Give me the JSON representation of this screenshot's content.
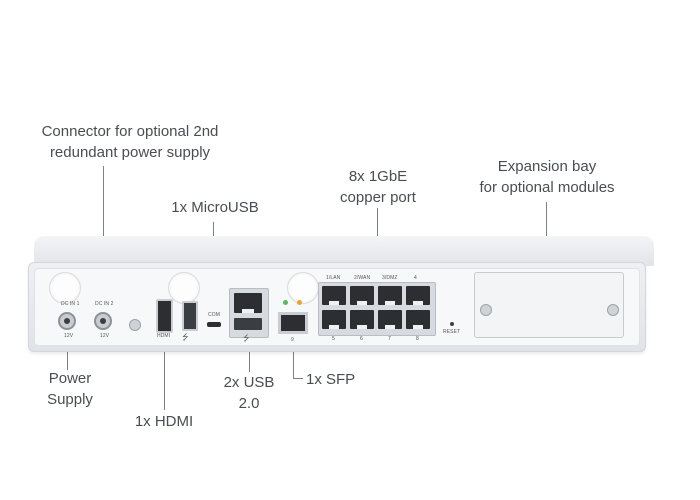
{
  "callouts": {
    "redundant_power": [
      "Connector for optional 2nd",
      "redundant power supply"
    ],
    "copper_ports": [
      "8x 1GbE",
      "copper port"
    ],
    "expansion_bay": [
      "Expansion bay",
      "for optional modules"
    ],
    "microusb": "1x MicroUSB",
    "power_supply": [
      "Power",
      "Supply"
    ],
    "hdmi": "1x HDMI",
    "usb": [
      "2x USB",
      "2.0"
    ],
    "sfp": "1x SFP"
  },
  "panel_labels": {
    "dc_in_1": "DC IN 1",
    "dc_in_2": "DC IN 2",
    "volt_1": "12V",
    "volt_2": "12V",
    "hdmi": "HDMI",
    "com": "COM",
    "sfp_num": "9",
    "port_1": "1/LAN",
    "port_2": "2/WAN",
    "port_3": "3/DMZ",
    "port_4": "4",
    "port_5": "5",
    "port_6": "6",
    "port_7": "7",
    "port_8": "8",
    "reset": "RESET"
  },
  "colors": {
    "led_green": "#5cb85c",
    "led_orange": "#f0a030"
  }
}
